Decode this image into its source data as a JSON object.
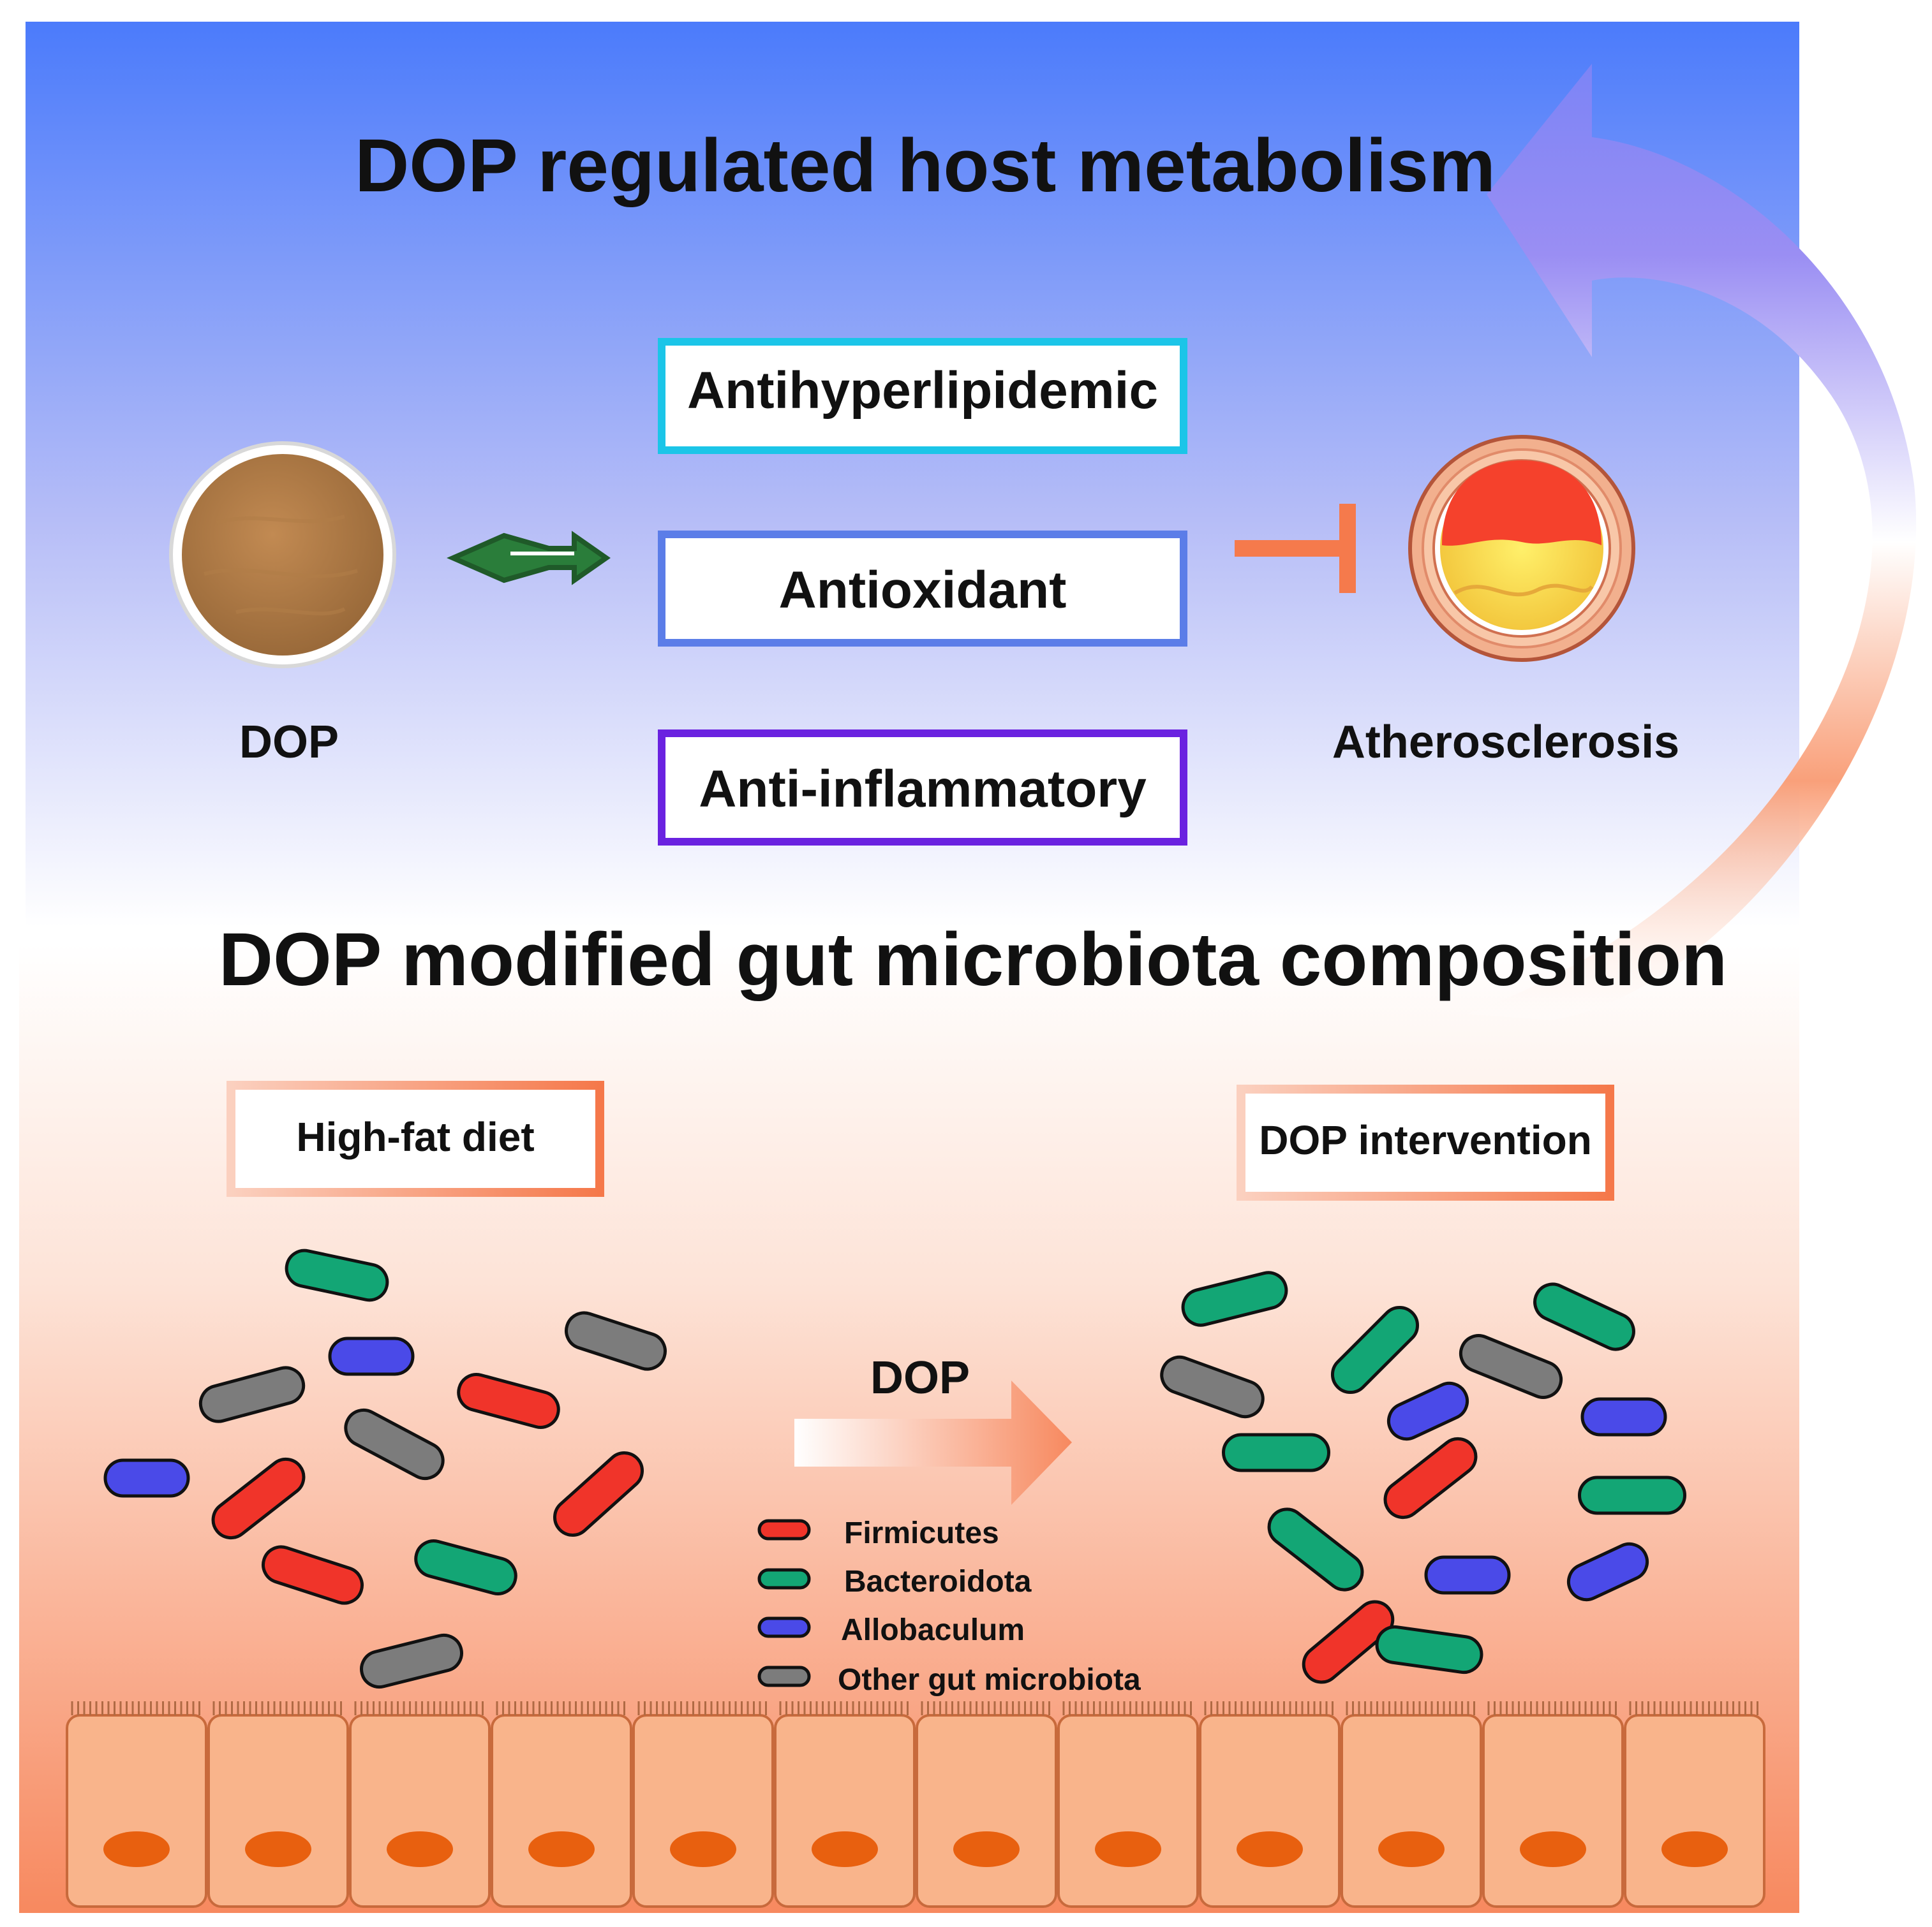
{
  "top": {
    "title": "DOP regulated host metabolism",
    "effects": [
      "Antihyperlipidemic",
      "Antioxidant",
      "Anti-inflammatory"
    ],
    "dop_label": "DOP",
    "disease_label": "Atherosclerosis"
  },
  "bottom": {
    "title": "DOP modified gut microbiota composition",
    "left_box": "High-fat diet",
    "right_box": "DOP intervention",
    "arrow_label": "DOP",
    "legend": [
      {
        "label": "Firmicutes",
        "color": "#f0342a"
      },
      {
        "label": "Bacteroidota",
        "color": "#13a675"
      },
      {
        "label": "Allobaculum",
        "color": "#4a4ae8"
      },
      {
        "label": "Other gut microbiota",
        "color": "#7c7c7c"
      }
    ]
  },
  "colors": {
    "top_gradient_start": "#4b7bfb",
    "bottom_gradient_end": "#f7895f",
    "effect_border_1": "#1bc5e8",
    "effect_border_2": "#5b7de8",
    "effect_border_3": "#6a22e0",
    "inhibit": "#f57a4c",
    "enhance_arrow": "#1f6b2f",
    "cell_fill": "#f9b48b",
    "nucleus": "#e8600f"
  }
}
